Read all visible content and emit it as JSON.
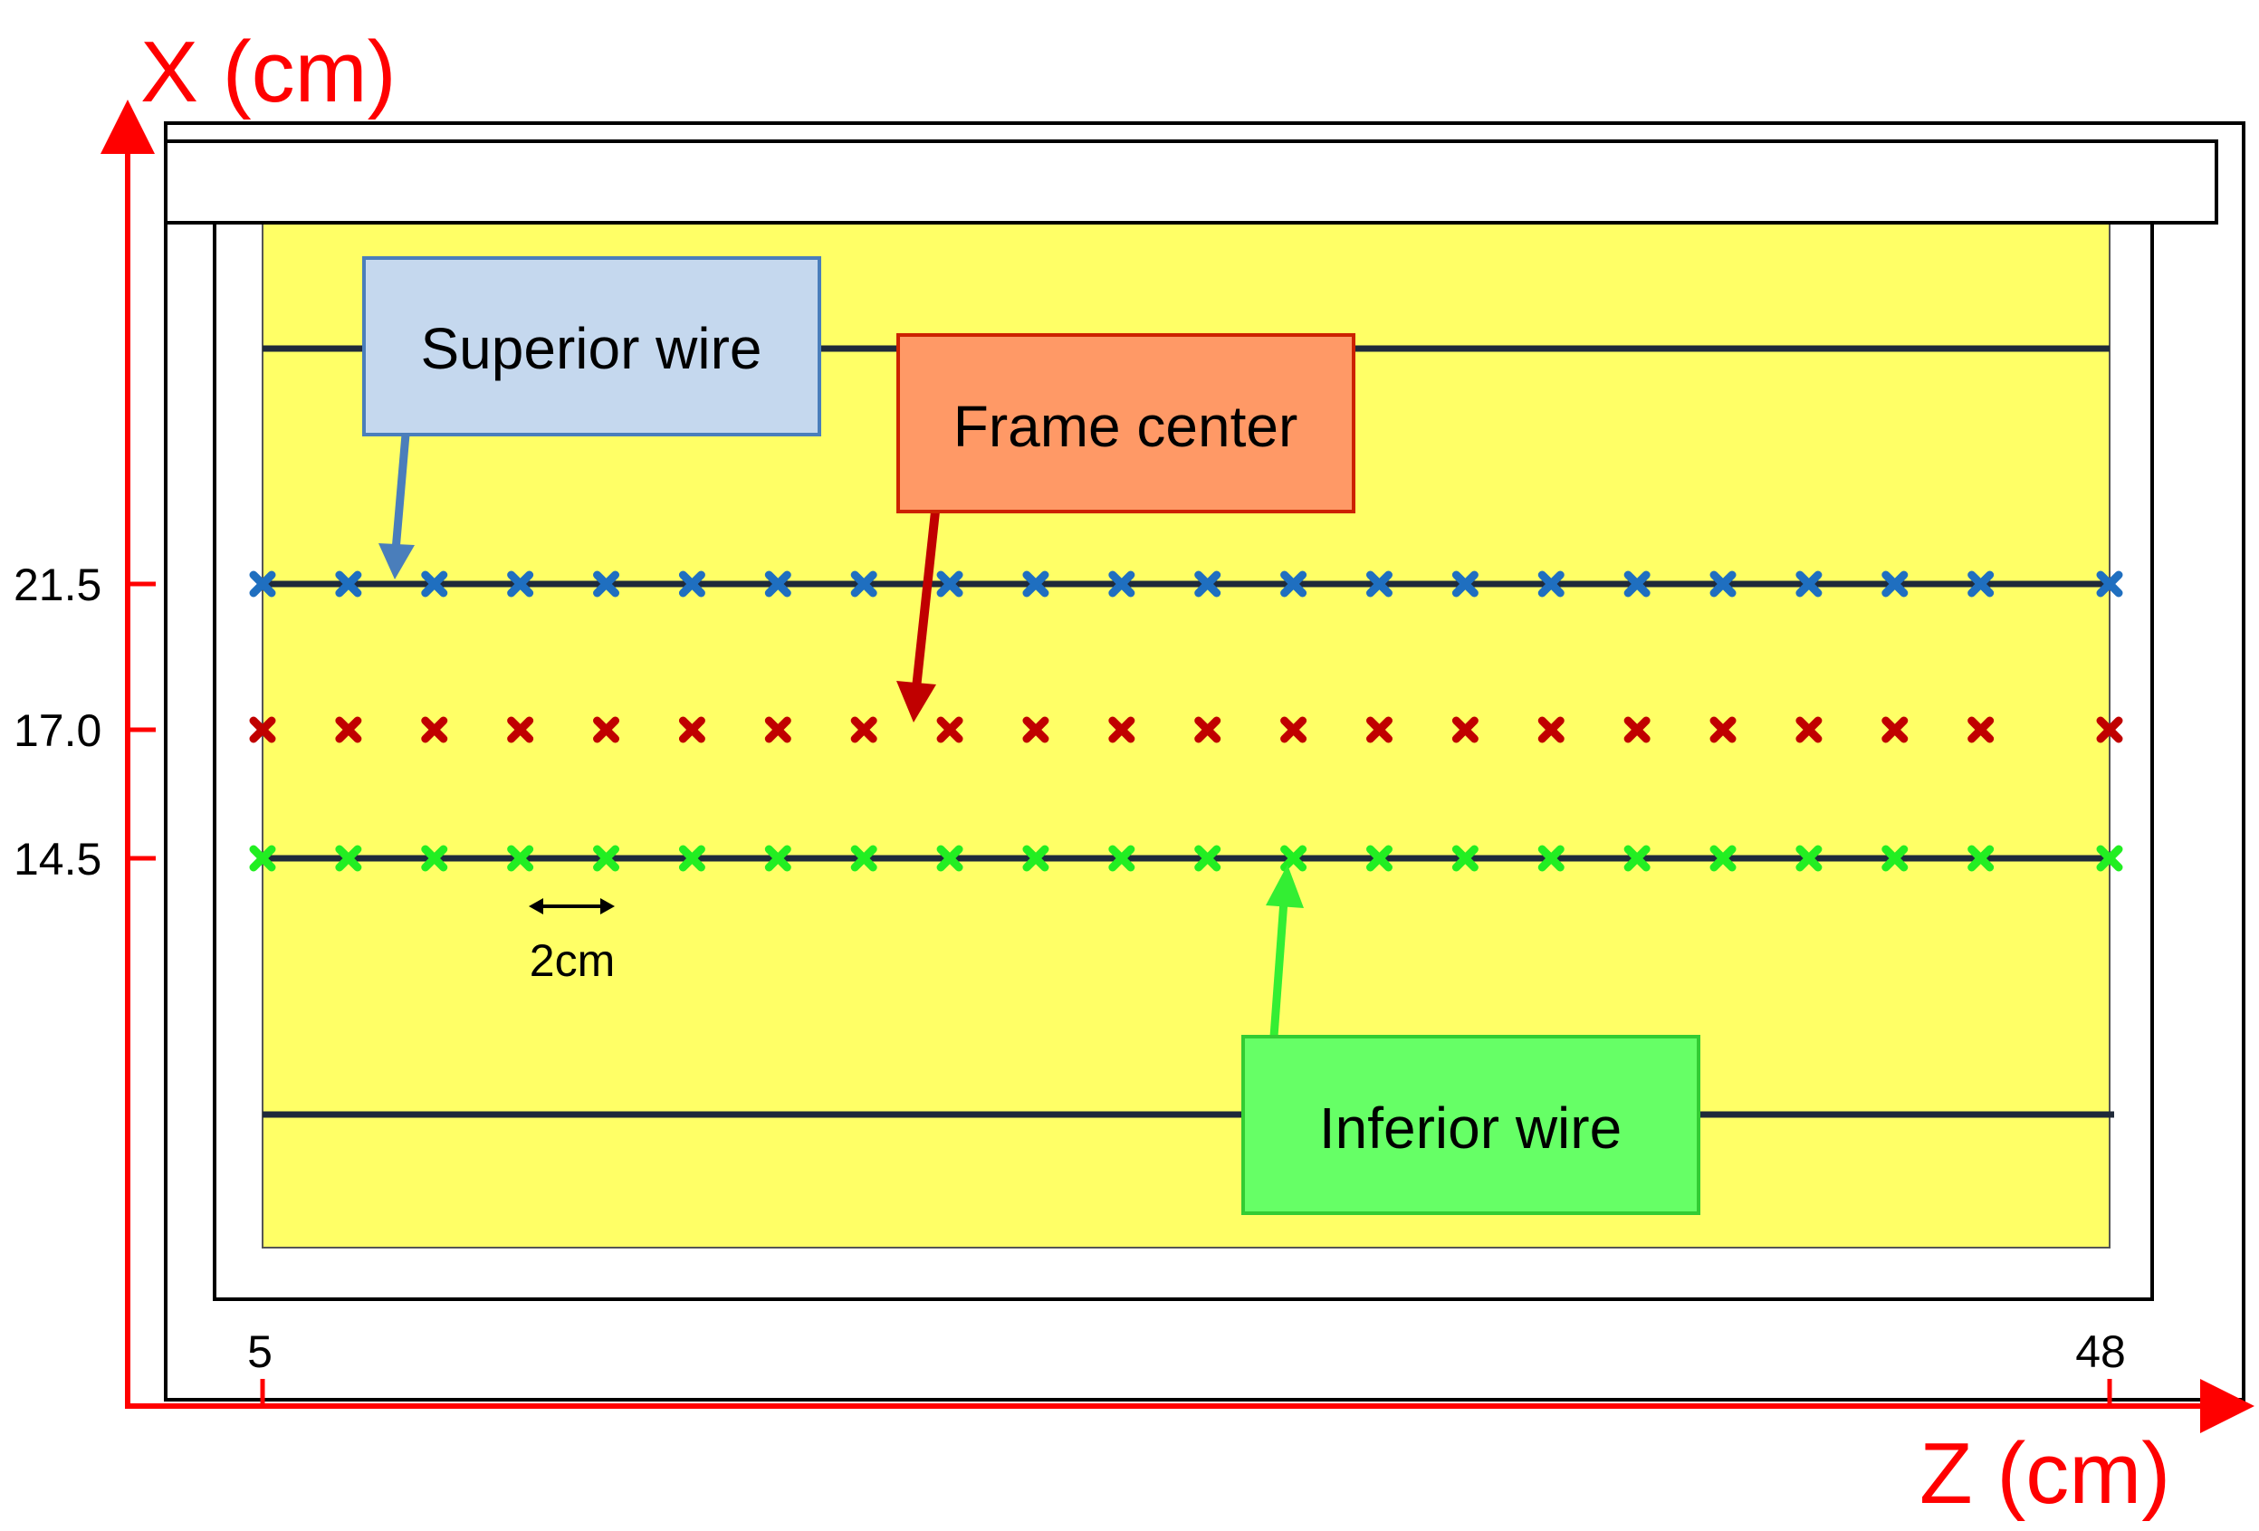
{
  "axes": {
    "y_title": "X (cm)",
    "x_title": "Z (cm)",
    "y_ticks": [
      "21.5",
      "17.0",
      "14.5"
    ],
    "x_ticks": [
      "5",
      "48"
    ],
    "color": "#ff0000"
  },
  "callouts": {
    "superior": {
      "label": "Superior wire",
      "fill": "#c5d8ee",
      "border": "#4a7ebb",
      "arrow": "#4a7ebb"
    },
    "center": {
      "label": "Frame center",
      "fill": "#ff9966",
      "border": "#cc2200",
      "arrow": "#c00000"
    },
    "inferior": {
      "label": "Inferior wire",
      "fill": "#66ff66",
      "border": "#33cc33",
      "arrow": "#33ee33"
    }
  },
  "spacing_note": "2cm",
  "colors": {
    "panel": "#ffff66",
    "wire": "#1f2a3a",
    "superior_marker": "#1f6fc0",
    "center_marker": "#c00000",
    "inferior_marker": "#22ee22"
  },
  "marker_rows": [
    {
      "id": "superior",
      "x_cm": 21.5
    },
    {
      "id": "center",
      "x_cm": 17.0
    },
    {
      "id": "inferior",
      "x_cm": 14.5
    }
  ],
  "marker_z_cm": [
    5,
    7,
    9,
    11,
    13,
    15,
    17,
    19,
    21,
    23,
    25,
    27,
    29,
    31,
    33,
    35,
    37,
    39,
    41,
    43,
    45,
    48
  ]
}
